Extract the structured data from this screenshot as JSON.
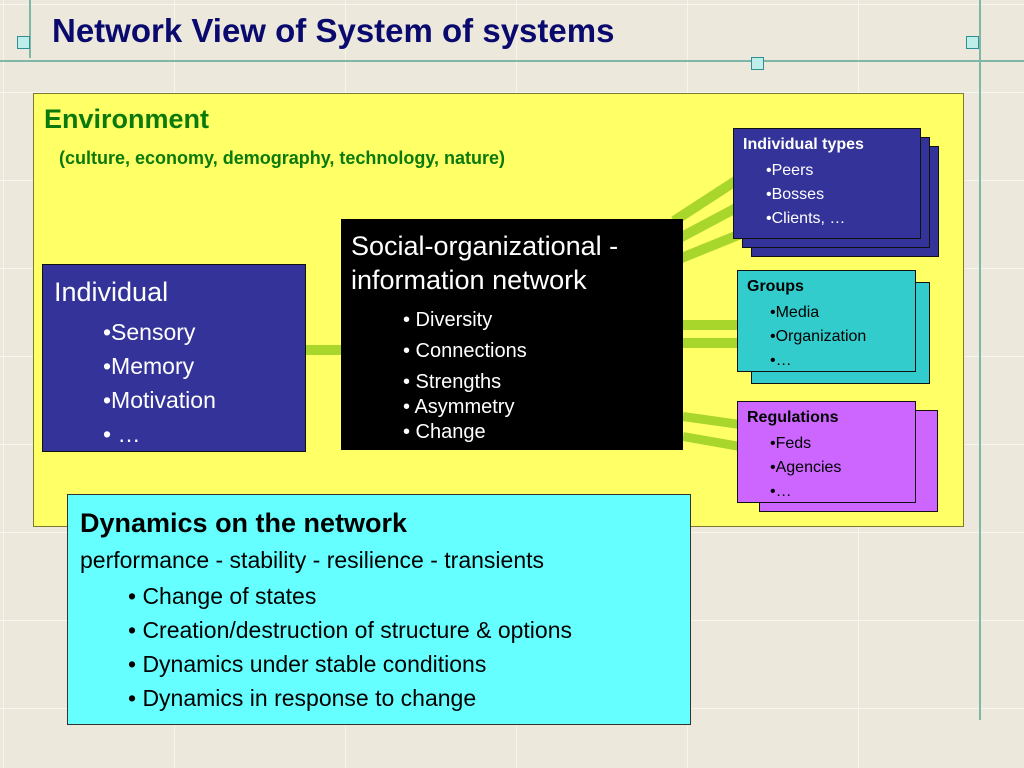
{
  "title": "Network View of System of systems",
  "environment": {
    "title": "Environment",
    "subtitle": "(culture, economy, demography, technology, nature)"
  },
  "individual": {
    "title": "Individual",
    "items": [
      "•Sensory",
      "•Memory",
      "•Motivation",
      "• …"
    ]
  },
  "network": {
    "title": "Social-organizational -information network",
    "items": [
      "• Diversity",
      "• Connections",
      "• Strengths",
      "• Asymmetry",
      "• Change"
    ]
  },
  "individual_types": {
    "title": "Individual types",
    "items": [
      "•Peers",
      "•Bosses",
      "•Clients, …"
    ]
  },
  "groups": {
    "title": "Groups",
    "items": [
      "•Media",
      "•Organization",
      "•…"
    ]
  },
  "regulations": {
    "title": "Regulations",
    "items": [
      "•Feds",
      "•Agencies",
      "•…"
    ]
  },
  "dynamics": {
    "title": "Dynamics on the network",
    "subtitle": "performance - stability - resilience - transients",
    "items": [
      "• Change of states",
      "• Creation/destruction of structure & options",
      "• Dynamics under stable conditions",
      "• Dynamics in response to change"
    ]
  },
  "colors": {
    "environment_fill": "#ffff66",
    "environment_text": "#0b7a0b",
    "individual_fill": "#333399",
    "network_fill": "#000000",
    "groups_fill": "#33cccc",
    "regulations_fill": "#cc66ff",
    "dynamics_fill": "#66ffff",
    "connector": "#a8d62a",
    "title_text": "#0a0a6e"
  }
}
